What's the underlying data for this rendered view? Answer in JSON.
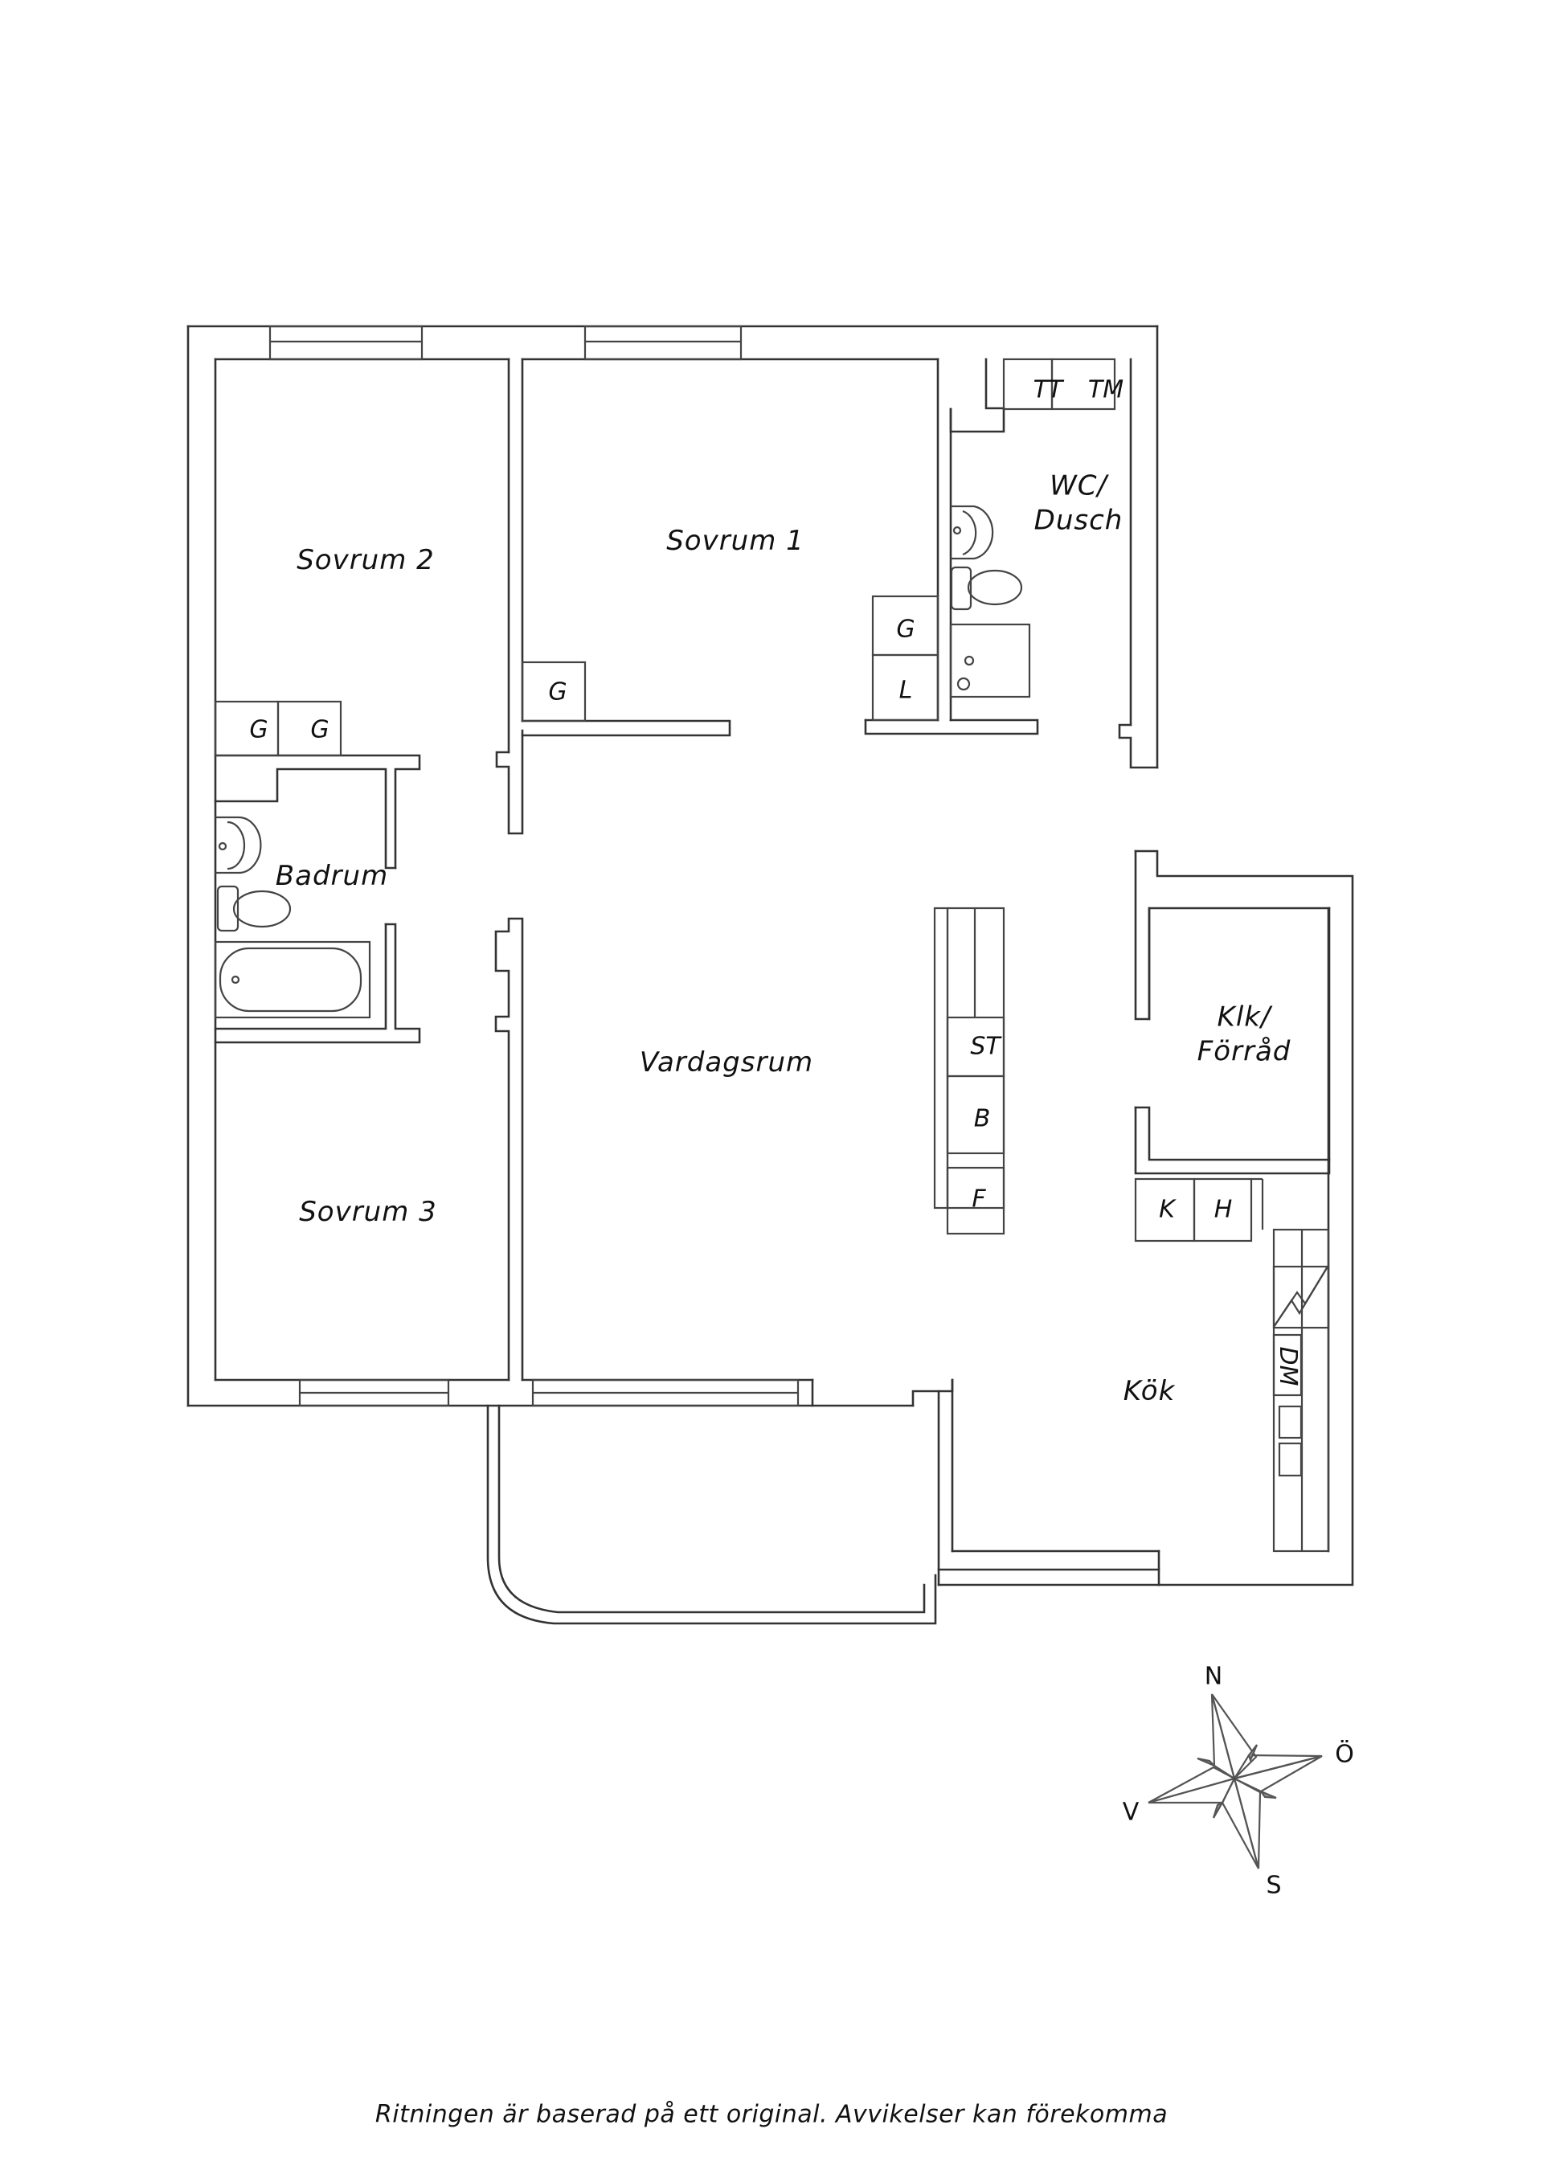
{
  "plan": {
    "rooms": {
      "sovrum2": "Sovrum 2",
      "sovrum1": "Sovrum 1",
      "wc_line1": "WC/",
      "wc_line2": "Dusch",
      "badrum": "Badrum",
      "vardagsrum": "Vardagsrum",
      "sovrum3": "Sovrum 3",
      "klk_line1": "Klk/",
      "klk_line2": "Förråd",
      "kok": "Kök"
    },
    "fixtures": {
      "g1": "G",
      "g2": "G",
      "g3": "G",
      "g4": "G",
      "l": "L",
      "tt": "TT",
      "tm": "TM",
      "st": "ST",
      "b": "B",
      "f": "F",
      "k": "K",
      "h": "H",
      "dm": "DM"
    }
  },
  "compass": {
    "north": "N",
    "east": "Ö",
    "south": "S",
    "west": "V"
  },
  "footer": {
    "disclaimer": "Ritningen är baserad på ett original. Avvikelser kan förekomma"
  }
}
